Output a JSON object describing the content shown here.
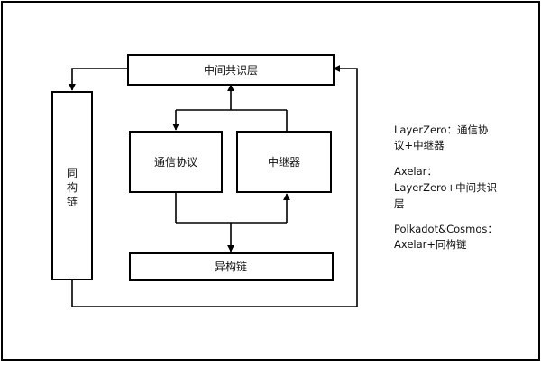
{
  "diagram": {
    "nodes": {
      "middle_layer": "中间共识层",
      "comm_protocol": "通信协议",
      "relayer": "中继器",
      "heterogeneous_chain": "异构链",
      "homogeneous_chain_lines": [
        "同",
        "构",
        "链"
      ]
    },
    "notes": [
      {
        "lines": [
          "LayerZero：通信协",
          "议+中继器"
        ]
      },
      {
        "lines": [
          "Axelar：",
          "LayerZero+中间共识",
          "层"
        ]
      },
      {
        "lines": [
          "Polkadot&Cosmos：",
          "Axelar+同构链"
        ]
      }
    ]
  }
}
